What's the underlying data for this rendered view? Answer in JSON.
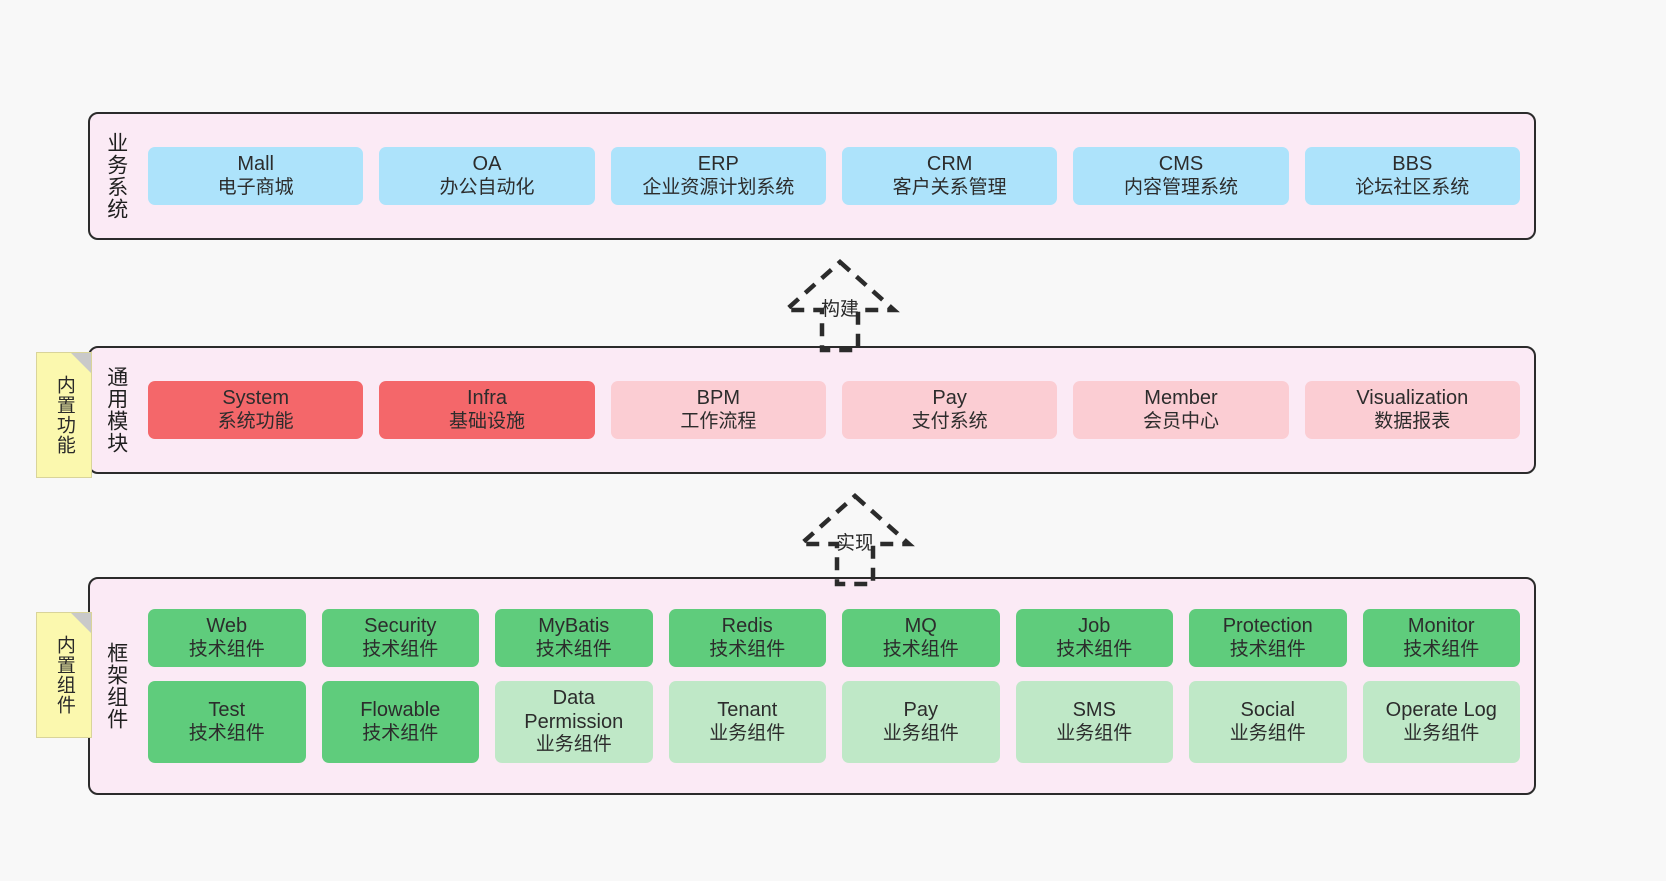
{
  "layers": [
    {
      "id": "business-system",
      "title": "业务系统",
      "rows": [
        {
          "style": "blue",
          "nodes": [
            {
              "name": "Mall",
              "sub": "电子商城"
            },
            {
              "name": "OA",
              "sub": "办公自动化"
            },
            {
              "name": "ERP",
              "sub": "企业资源计划系统"
            },
            {
              "name": "CRM",
              "sub": "客户关系管理"
            },
            {
              "name": "CMS",
              "sub": "内容管理系统"
            },
            {
              "name": "BBS",
              "sub": "论坛社区系统"
            }
          ]
        }
      ]
    },
    {
      "id": "common-modules",
      "title": "通用模块",
      "note": "内置功能",
      "rows": [
        {
          "nodes": [
            {
              "name": "System",
              "sub": "系统功能",
              "style": "red"
            },
            {
              "name": "Infra",
              "sub": "基础设施",
              "style": "red"
            },
            {
              "name": "BPM",
              "sub": "工作流程",
              "style": "pink"
            },
            {
              "name": "Pay",
              "sub": "支付系统",
              "style": "pink"
            },
            {
              "name": "Member",
              "sub": "会员中心",
              "style": "pink"
            },
            {
              "name": "Visualization",
              "sub": "数据报表",
              "style": "pink"
            }
          ]
        }
      ]
    },
    {
      "id": "framework-components",
      "title": "框架组件",
      "note": "内置组件",
      "rows": [
        {
          "nodes": [
            {
              "name": "Web",
              "sub": "技术组件",
              "style": "green"
            },
            {
              "name": "Security",
              "sub": "技术组件",
              "style": "green"
            },
            {
              "name": "MyBatis",
              "sub": "技术组件",
              "style": "green"
            },
            {
              "name": "Redis",
              "sub": "技术组件",
              "style": "green"
            },
            {
              "name": "MQ",
              "sub": "技术组件",
              "style": "green"
            },
            {
              "name": "Job",
              "sub": "技术组件",
              "style": "green"
            },
            {
              "name": "Protection",
              "sub": "技术组件",
              "style": "green"
            },
            {
              "name": "Monitor",
              "sub": "技术组件",
              "style": "green"
            }
          ]
        },
        {
          "nodes": [
            {
              "name": "Test",
              "sub": "技术组件",
              "style": "green"
            },
            {
              "name": "Flowable",
              "sub": "技术组件",
              "style": "green"
            },
            {
              "name": "Data Permission",
              "sub": "业务组件",
              "style": "lgreen"
            },
            {
              "name": "Tenant",
              "sub": "业务组件",
              "style": "lgreen"
            },
            {
              "name": "Pay",
              "sub": "业务组件",
              "style": "lgreen"
            },
            {
              "name": "SMS",
              "sub": "业务组件",
              "style": "lgreen"
            },
            {
              "name": "Social",
              "sub": "业务组件",
              "style": "lgreen"
            },
            {
              "name": "Operate Log",
              "sub": "业务组件",
              "style": "lgreen"
            }
          ]
        }
      ]
    }
  ],
  "arrows": [
    {
      "id": "build",
      "label": "构建"
    },
    {
      "id": "implement",
      "label": "实现"
    }
  ],
  "colors": {
    "background": "#f8f8f8",
    "band_fill": "#fbeaf5",
    "band_border": "#2b2b2b",
    "blue": "#ade3fb",
    "red": "#f4676a",
    "pink": "#fbcdd3",
    "green": "#5fcc7c",
    "light_green": "#bfe8c7",
    "note_fill": "#fbf8ae",
    "note_fold": "#c9c9c9",
    "text": "#2c2c2c"
  }
}
